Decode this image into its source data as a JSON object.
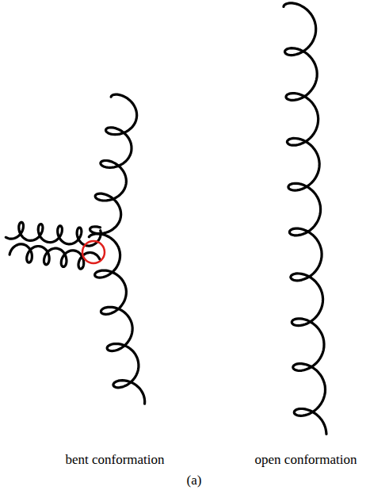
{
  "diagram": {
    "labels": [
      "bent conformation",
      "open conformation",
      "(a)"
    ]
  }
}
